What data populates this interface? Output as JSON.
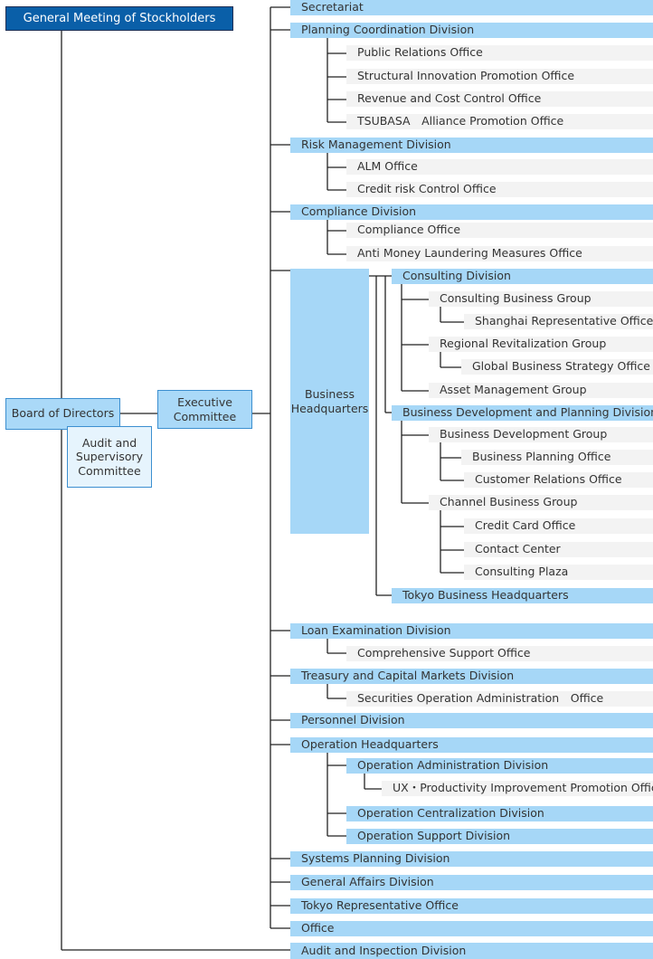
{
  "top": {
    "general_meeting": "General Meeting of Stockholders"
  },
  "left": {
    "board": "Board of Directors",
    "audit_committee": "Audit and Supervisory Committee",
    "executive_committee": "Executive Committee"
  },
  "divisions": {
    "secretariat": "Secretariat",
    "planning": "Planning Coordination Division",
    "public_relations": "Public Relations Office",
    "structural_innovation": "Structural Innovation Promotion Office",
    "revenue_cost": "Revenue and Cost Control Office",
    "tsubasa": "TSUBASA　Alliance Promotion Office",
    "risk": "Risk Management Division",
    "alm": "ALM Office",
    "credit_risk": "Credit risk Control Office",
    "compliance": "Compliance Division",
    "compliance_office": "Compliance Office",
    "aml": "Anti Money Laundering Measures Office",
    "business_hq": "Business Headquarters",
    "consulting_division": "Consulting Division",
    "consulting_business_group": "Consulting Business Group",
    "shanghai": "Shanghai Representative Office",
    "regional_revitalization": "Regional Revitalization Group",
    "global_business": "Global Business Strategy Office",
    "asset_management": "Asset Management Group",
    "bd_planning_division": "Business Development and Planning Division",
    "bd_group": "Business Development Group",
    "business_planning_office": "Business Planning Office",
    "customer_relations": "Customer Relations Office",
    "channel_group": "Channel Business Group",
    "credit_card": "Credit Card Office",
    "contact_center": "Contact Center",
    "consulting_plaza": "Consulting Plaza",
    "tokyo_business_hq": "Tokyo Business Headquarters",
    "loan_examination": "Loan Examination Division",
    "comprehensive_support": "Comprehensive Support Office",
    "treasury": "Treasury and Capital Markets Division",
    "securities_operation": "Securities Operation Administration　Office",
    "personnel": "Personnel Division",
    "operation_hq": "Operation Headquarters",
    "operation_admin": "Operation Administration Division",
    "ux_productivity": "UX・Productivity Improvement Promotion Office",
    "operation_centralization": "Operation Centralization Division",
    "operation_support": "Operation Support Division",
    "systems_planning": "Systems Planning Division",
    "general_affairs": "General Affairs Division",
    "tokyo_rep_office": "Tokyo Representative Office",
    "office": "Office",
    "audit_inspection": "Audit and Inspection Division"
  },
  "colors": {
    "dark_blue": "#0a5fa8",
    "light_blue": "#a6d7f7",
    "pale_blue": "#e6f4fd",
    "gray": "#f3f3f3",
    "line": "#222222"
  }
}
